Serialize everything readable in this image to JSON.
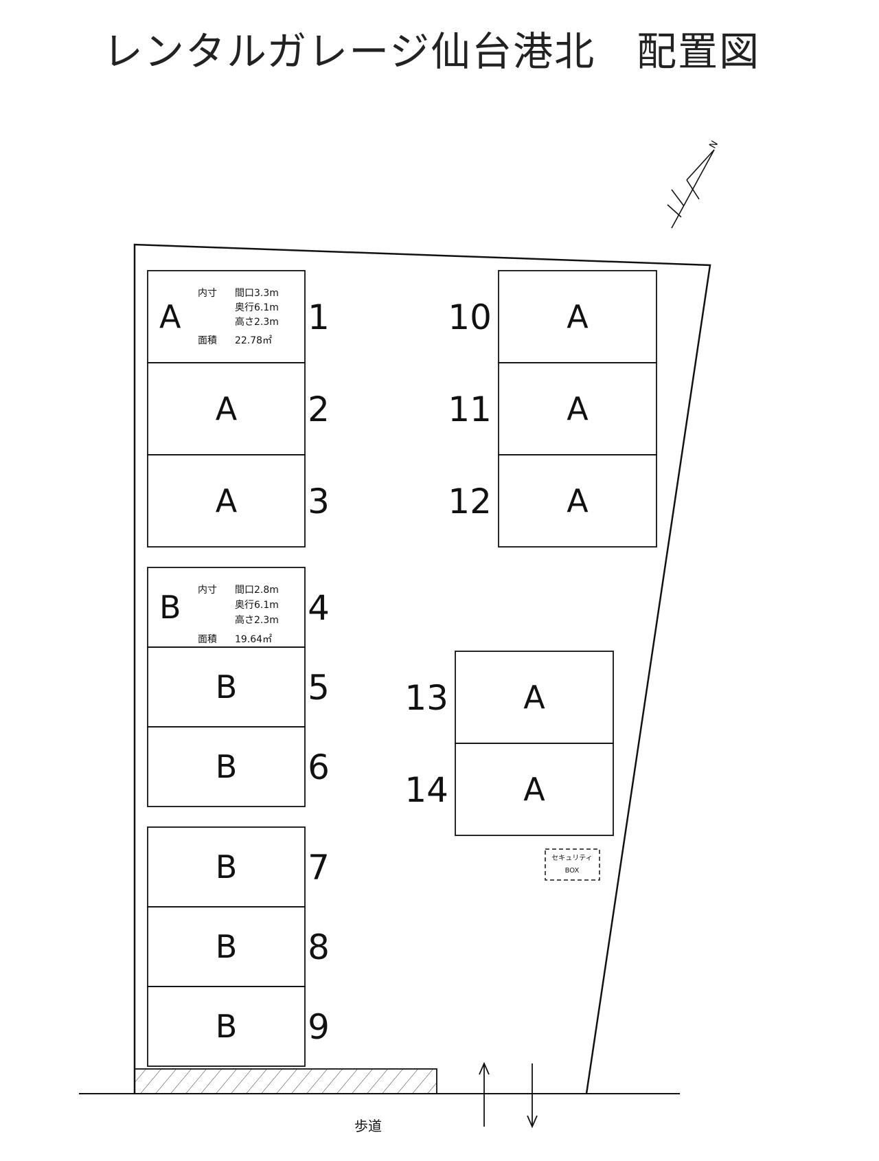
{
  "title": "レンタルガレージ仙台港北　配置図",
  "units": [
    {
      "id": "1",
      "type": "A"
    },
    {
      "id": "2",
      "type": "A"
    },
    {
      "id": "3",
      "type": "A"
    },
    {
      "id": "4",
      "type": "B"
    },
    {
      "id": "5",
      "type": "B"
    },
    {
      "id": "6",
      "type": "B"
    },
    {
      "id": "7",
      "type": "B"
    },
    {
      "id": "8",
      "type": "B"
    },
    {
      "id": "9",
      "type": "B"
    },
    {
      "id": "10",
      "type": "A"
    },
    {
      "id": "11",
      "type": "A"
    },
    {
      "id": "12",
      "type": "A"
    },
    {
      "id": "13",
      "type": "A"
    },
    {
      "id": "14",
      "type": "A"
    }
  ],
  "spec_a": {
    "inner_label": "内寸",
    "frontage": "間口3.3m",
    "depth": "奥行6.1m",
    "height": "高さ2.3m",
    "area_label": "面積",
    "area": "22.78㎡"
  },
  "spec_b": {
    "inner_label": "内寸",
    "frontage": "間口2.8m",
    "depth": "奥行6.1m",
    "height": "高さ2.3m",
    "area_label": "面積",
    "area": "19.64㎡"
  },
  "security_box": {
    "line1": "セキュリティ",
    "line2": "BOX"
  },
  "north_label": "N",
  "sidewalk": "歩道"
}
